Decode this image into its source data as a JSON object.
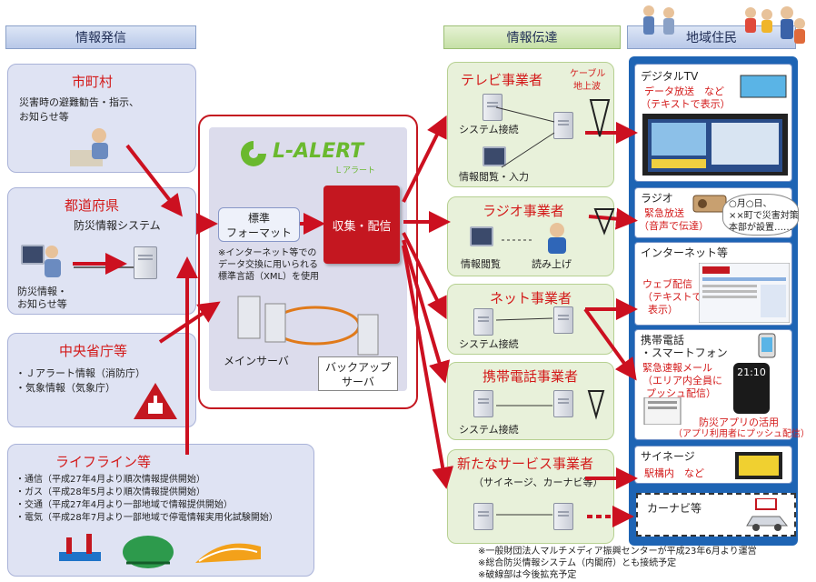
{
  "headers": {
    "sending": "情報発信",
    "transmission": "情報伝達",
    "residents": "地域住民"
  },
  "sources": {
    "municipality": {
      "title": "市町村",
      "desc_line1": "災害時の避難勧告・指示、",
      "desc_line2": "お知らせ等"
    },
    "prefecture": {
      "title": "都道府県",
      "system": "防災情報システム",
      "desc_line1": "防災情報・",
      "desc_line2": "お知らせ等"
    },
    "ministries": {
      "title": "中央省庁等",
      "item1": "・Ｊアラート情報（消防庁）",
      "item2": "・気象情報（気象庁）"
    },
    "lifeline": {
      "title": "ライフライン等",
      "items": [
        "・通信（平成27年4月より順次情報提供開始）",
        "・ガス（平成28年5月より順次情報提供開始）",
        "・交通（平成27年4月より一部地域で情報提供開始）",
        "・電気（平成28年7月より一部地域で停電情報実用化試験開始）"
      ]
    }
  },
  "center": {
    "logo": "L-ALERT",
    "logo_sub": "Ｌアラート",
    "format_line1": "標準",
    "format_line2": "フォーマット",
    "collect": "収集・配信",
    "note_line1": "※インターネット等での",
    "note_line2": "データ交換に用いられる",
    "note_line3": "標準言語（XML）を使用",
    "main_server": "メインサーバ",
    "backup_line1": "バックアップ",
    "backup_line2": "サーバ"
  },
  "operators": {
    "tv": {
      "title": "テレビ事業者",
      "sub_line1": "ケーブル",
      "sub_line2": "地上波",
      "system": "システム接続",
      "browse": "情報閲覧・入力"
    },
    "radio": {
      "title": "ラジオ事業者",
      "browse": "情報閲覧",
      "read": "読み上げ"
    },
    "net": {
      "title": "ネット事業者",
      "system": "システム接続"
    },
    "mobile": {
      "title": "携帯電話事業者",
      "system": "システム接続"
    },
    "new_service": {
      "title": "新たなサービス事業者",
      "sub": "（サイネージ、カーナビ等）"
    }
  },
  "residents": {
    "tv": {
      "title": "デジタルTV",
      "line1": "データ放送　など",
      "line2": "（テキストで表示）"
    },
    "radio": {
      "title": "ラジオ",
      "line1": "緊急放送",
      "line2": "（音声で伝達）",
      "bubble_line1": "○月○日、",
      "bubble_line2": "××町で災害対策",
      "bubble_line3": "本部が設置……"
    },
    "internet": {
      "title": "インターネット等",
      "line1": "ウェブ配信",
      "line2": "（テキストで",
      "line3": "表示）"
    },
    "phone": {
      "title_line1": "携帯電話",
      "title_line2": "・スマートフォン",
      "line1": "緊急速報メール",
      "line2": "（エリア内全員に",
      "line3": "プッシュ配信）",
      "app_line1": "防災アプリの活用",
      "app_line2": "（アプリ利用者にプッシュ配信）",
      "clock": "21:10"
    },
    "signage": {
      "title": "サイネージ",
      "line1": "駅構内　など"
    },
    "carnavi": {
      "title": "カーナビ等"
    }
  },
  "footnotes": [
    "※一般財団法人マルチメディア振興センターが平成23年6月より運営",
    "※総合防災情報システム（内閣府）とも接続予定",
    "※破線部は今後拡充予定"
  ],
  "colors": {
    "accent_red": "#c41720",
    "arrow_red": "#cc1020",
    "source_bg": "#dfe3f3",
    "operator_bg": "#e8f1da",
    "resident_frame": "#1e64b4"
  }
}
